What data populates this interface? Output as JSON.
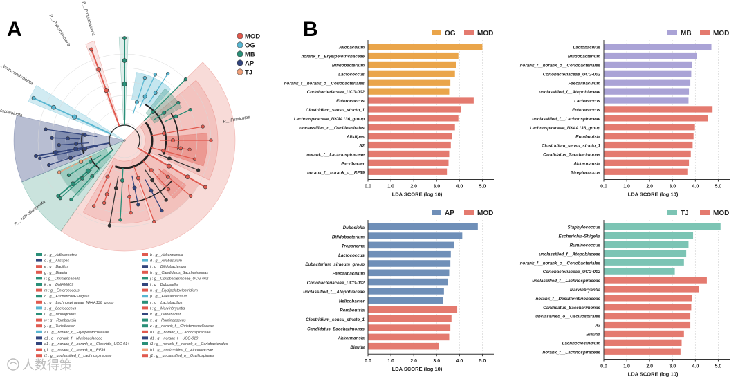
{
  "panel_a": {
    "label": "A",
    "groups": [
      {
        "name": "MOD",
        "color": "#e05a4f"
      },
      {
        "name": "OG",
        "color": "#58b6d1"
      },
      {
        "name": "MB",
        "color": "#2a8f78"
      },
      {
        "name": "AP",
        "color": "#33457d"
      },
      {
        "name": "TJ",
        "color": "#f0a07a"
      }
    ],
    "phylum_labels": [
      {
        "text": "P__Proteobacteria",
        "group": "MB"
      },
      {
        "text": "P__Patescibacteria",
        "group": "MOD"
      },
      {
        "text": "P__Verrucomicrobiota",
        "group": "OG"
      },
      {
        "text": "P__Bacteroidota",
        "group": "AP"
      },
      {
        "text": "P__Actinobacteriota",
        "group": "MB"
      },
      {
        "text": "P__Firmicutes",
        "group": "MOD"
      }
    ],
    "key_col1": [
      {
        "text": "a : g__Adlercreutzia",
        "color": "#2a8f78"
      },
      {
        "text": "c : g__Alistipes",
        "color": "#33457d"
      },
      {
        "text": "e : g__Bacillus",
        "color": "#e05a4f"
      },
      {
        "text": "g : g__Blautia",
        "color": "#e05a4f"
      },
      {
        "text": "i : g__Christensenella",
        "color": "#2a8f78"
      },
      {
        "text": "k : g__DNF00809",
        "color": "#2a8f78"
      },
      {
        "text": "m : g__Enterococcus",
        "color": "#e05a4f"
      },
      {
        "text": "o : g__Escherichia-Shigella",
        "color": "#2a8f78"
      },
      {
        "text": "q : g__Lachnospiraceae_NK4A136_group",
        "color": "#e05a4f"
      },
      {
        "text": "s : g__Lactococcus",
        "color": "#58b6d1"
      },
      {
        "text": "u : g__Monoglobus",
        "color": "#2a8f78"
      },
      {
        "text": "w : g__Romboutsia",
        "color": "#e05a4f"
      },
      {
        "text": "y : g__Turicibacter",
        "color": "#e05a4f"
      },
      {
        "text": "a1 : g__norank_f__Erysipelotrichaceae",
        "color": "#58b6d1"
      },
      {
        "text": "c1 : g__norank_f__Muribaculaceae",
        "color": "#33457d"
      },
      {
        "text": "e1 : g__norank_f__norank_o__Clostridia_UCG-014",
        "color": "#33457d"
      },
      {
        "text": "g1 : g__norank_f__norank_o__RF39",
        "color": "#e05a4f"
      },
      {
        "text": "i1 : g__unclassified_f__Lachnospiraceae",
        "color": "#e05a4f"
      }
    ],
    "key_col2": [
      {
        "text": "b : g__Akkermansia",
        "color": "#e05a4f"
      },
      {
        "text": "d : g__Allobaculum",
        "color": "#58b6d1"
      },
      {
        "text": "f : g__Bifidobacterium",
        "color": "#33457d"
      },
      {
        "text": "h : g__Candidatus_Saccharimonas",
        "color": "#e05a4f"
      },
      {
        "text": "j : g__Coriobacteriaceae_UCG-002",
        "color": "#2a8f78"
      },
      {
        "text": "l : g__Dubosiella",
        "color": "#33457d"
      },
      {
        "text": "n : g__Erysipelatoclostridium",
        "color": "#e05a4f"
      },
      {
        "text": "p : g__Faecalibaculum",
        "color": "#58b6d1"
      },
      {
        "text": "r : g__Lactobacillus",
        "color": "#2a8f78"
      },
      {
        "text": "t : g__Marvinbryantia",
        "color": "#e05a4f"
      },
      {
        "text": "v : g__Odoribacter",
        "color": "#33457d"
      },
      {
        "text": "x : g__Ruminococcus",
        "color": "#2a8f78"
      },
      {
        "text": "z : g__norank_f__Christensenellaceae",
        "color": "#2a8f78"
      },
      {
        "text": "b1 : g__norank_f__Lachnospiraceae",
        "color": "#e05a4f"
      },
      {
        "text": "d1 : g__norank_f__UCG-010",
        "color": "#33457d"
      },
      {
        "text": "f1 : g__norank_f__norank_o__Coriobacteriales",
        "color": "#2a8f78"
      },
      {
        "text": "h1 : g__unclassified_f__Atopobiaceae",
        "color": "#f0a07a"
      },
      {
        "text": "j1 : g__unclassified_o__Oscillospirales",
        "color": "#e05a4f"
      }
    ]
  },
  "panel_b": {
    "label": "B"
  },
  "watermark": "人数得策",
  "chart_data": [
    {
      "type": "bar",
      "orientation": "horizontal",
      "legend": [
        {
          "name": "OG",
          "color": "#eaa54a"
        },
        {
          "name": "MOD",
          "color": "#e47a6f"
        }
      ],
      "xlabel": "LDA SCORE (log 10)",
      "xlim": [
        0,
        5.5
      ],
      "xticks": [
        "0.0",
        "1.0",
        "2.0",
        "3.0",
        "4.0",
        "5.0"
      ],
      "categories": [
        "Allobaculum",
        "norank_f__Erysipelotrichaceae",
        "Bifidobacterium",
        "Lactococcus",
        "norank_f__norank_o__Coriobacteriales",
        "Coriobacteriaceae_UCG-002",
        "Enterococcus",
        "Clostridium_sensu_stricto_1",
        "Lachnospiraceae_NK4A136_group",
        "unclassified_o__Oscillospirales",
        "Alistipes",
        "A2",
        "norank_f__Lachnospiraceae",
        "Parvibacter",
        "norank_f__norank_o__RF39"
      ],
      "values": [
        5.0,
        3.95,
        3.85,
        3.8,
        3.6,
        3.55,
        4.62,
        4.05,
        3.95,
        3.8,
        3.68,
        3.62,
        3.55,
        3.52,
        3.45
      ],
      "groups": [
        "OG",
        "OG",
        "OG",
        "OG",
        "OG",
        "OG",
        "MOD",
        "MOD",
        "MOD",
        "MOD",
        "MOD",
        "MOD",
        "MOD",
        "MOD",
        "MOD"
      ]
    },
    {
      "type": "bar",
      "orientation": "horizontal",
      "legend": [
        {
          "name": "MB",
          "color": "#aaa3d6"
        },
        {
          "name": "MOD",
          "color": "#e47a6f"
        }
      ],
      "xlabel": "LDA SCORE (log 10)",
      "xlim": [
        0,
        5.5
      ],
      "xticks": [
        "0.0",
        "1.0",
        "2.0",
        "3.0",
        "4.0",
        "5.0"
      ],
      "categories": [
        "Lactobacillus",
        "Bifidobacterium",
        "norank_f__norank_o__Coriobacteriales",
        "Coriobacteriaceae_UCG-002",
        "Faecalibaculum",
        "unclassified_f__Atopobiaceae",
        "Lactococcus",
        "Enterococcus",
        "unclassified_f__Lachnospiraceae",
        "Lachnospiraceae_NK4A136_group",
        "Romboutsia",
        "Clostridium_sensu_stricto_1",
        "Candidatus_Saccharimonas",
        "Akkermansia",
        "Streptococcus"
      ],
      "values": [
        4.7,
        4.05,
        3.85,
        3.82,
        3.78,
        3.72,
        3.7,
        4.75,
        4.55,
        3.98,
        3.92,
        3.88,
        3.8,
        3.72,
        3.65
      ],
      "groups": [
        "MB",
        "MB",
        "MB",
        "MB",
        "MB",
        "MB",
        "MB",
        "MOD",
        "MOD",
        "MOD",
        "MOD",
        "MOD",
        "MOD",
        "MOD",
        "MOD"
      ]
    },
    {
      "type": "bar",
      "orientation": "horizontal",
      "legend": [
        {
          "name": "AP",
          "color": "#6f8fb8"
        },
        {
          "name": "MOD",
          "color": "#e47a6f"
        }
      ],
      "xlabel": "LDA SCORE (log 10)",
      "xlim": [
        0,
        5.5
      ],
      "xticks": [
        "0.0",
        "1.0",
        "2.0",
        "3.0",
        "4.0",
        "5.0"
      ],
      "categories": [
        "Dubosiella",
        "Bifidobacterium",
        "Treponema",
        "Lactococcus",
        "Eubacterium_siraeum_group",
        "Faecalibaculum",
        "Coriobacteriaceae_UCG-002",
        "unclassified_f__Atopobiaceae",
        "Helicobacter",
        "Romboutsia",
        "Clostridium_sensu_stricto_1",
        "Candidatus_Saccharimonas",
        "Akkermansia",
        "Blautia"
      ],
      "values": [
        4.8,
        4.12,
        3.75,
        3.62,
        3.6,
        3.55,
        3.5,
        3.32,
        3.28,
        3.9,
        3.65,
        3.6,
        3.55,
        3.1
      ],
      "groups": [
        "AP",
        "AP",
        "AP",
        "AP",
        "AP",
        "AP",
        "AP",
        "AP",
        "AP",
        "MOD",
        "MOD",
        "MOD",
        "MOD",
        "MOD"
      ]
    },
    {
      "type": "bar",
      "orientation": "horizontal",
      "legend": [
        {
          "name": "TJ",
          "color": "#7cc4b4"
        },
        {
          "name": "MOD",
          "color": "#e47a6f"
        }
      ],
      "xlabel": "LDA SCORE (log 10)",
      "xlim": [
        0,
        5.5
      ],
      "xticks": [
        "0.0",
        "1.0",
        "2.0",
        "3.0",
        "4.0",
        "5.0"
      ],
      "categories": [
        "Staphylococcus",
        "Escherichia-Shigella",
        "Ruminococcus",
        "unclassified_f__Atopobiaceae",
        "norank_f__norank_o__Coriobacteriales",
        "Coriobacteriaceae_UCG-002",
        "unclassified_f__Lachnospiraceae",
        "Marvinbryantia",
        "norank_f__Desulfovibrionaceae",
        "Candidatus_Saccharimonas",
        "unclassified_o__Oscillospirales",
        "A2",
        "Blautia",
        "Lachnoclostridium",
        "norank_f__Lachnospiraceae"
      ],
      "values": [
        5.1,
        3.9,
        3.7,
        3.6,
        3.5,
        3.1,
        4.5,
        4.15,
        3.85,
        3.82,
        3.78,
        3.78,
        3.5,
        3.4,
        3.35
      ],
      "groups": [
        "TJ",
        "TJ",
        "TJ",
        "TJ",
        "TJ",
        "TJ",
        "MOD",
        "MOD",
        "MOD",
        "MOD",
        "MOD",
        "MOD",
        "MOD",
        "MOD",
        "MOD"
      ]
    }
  ]
}
